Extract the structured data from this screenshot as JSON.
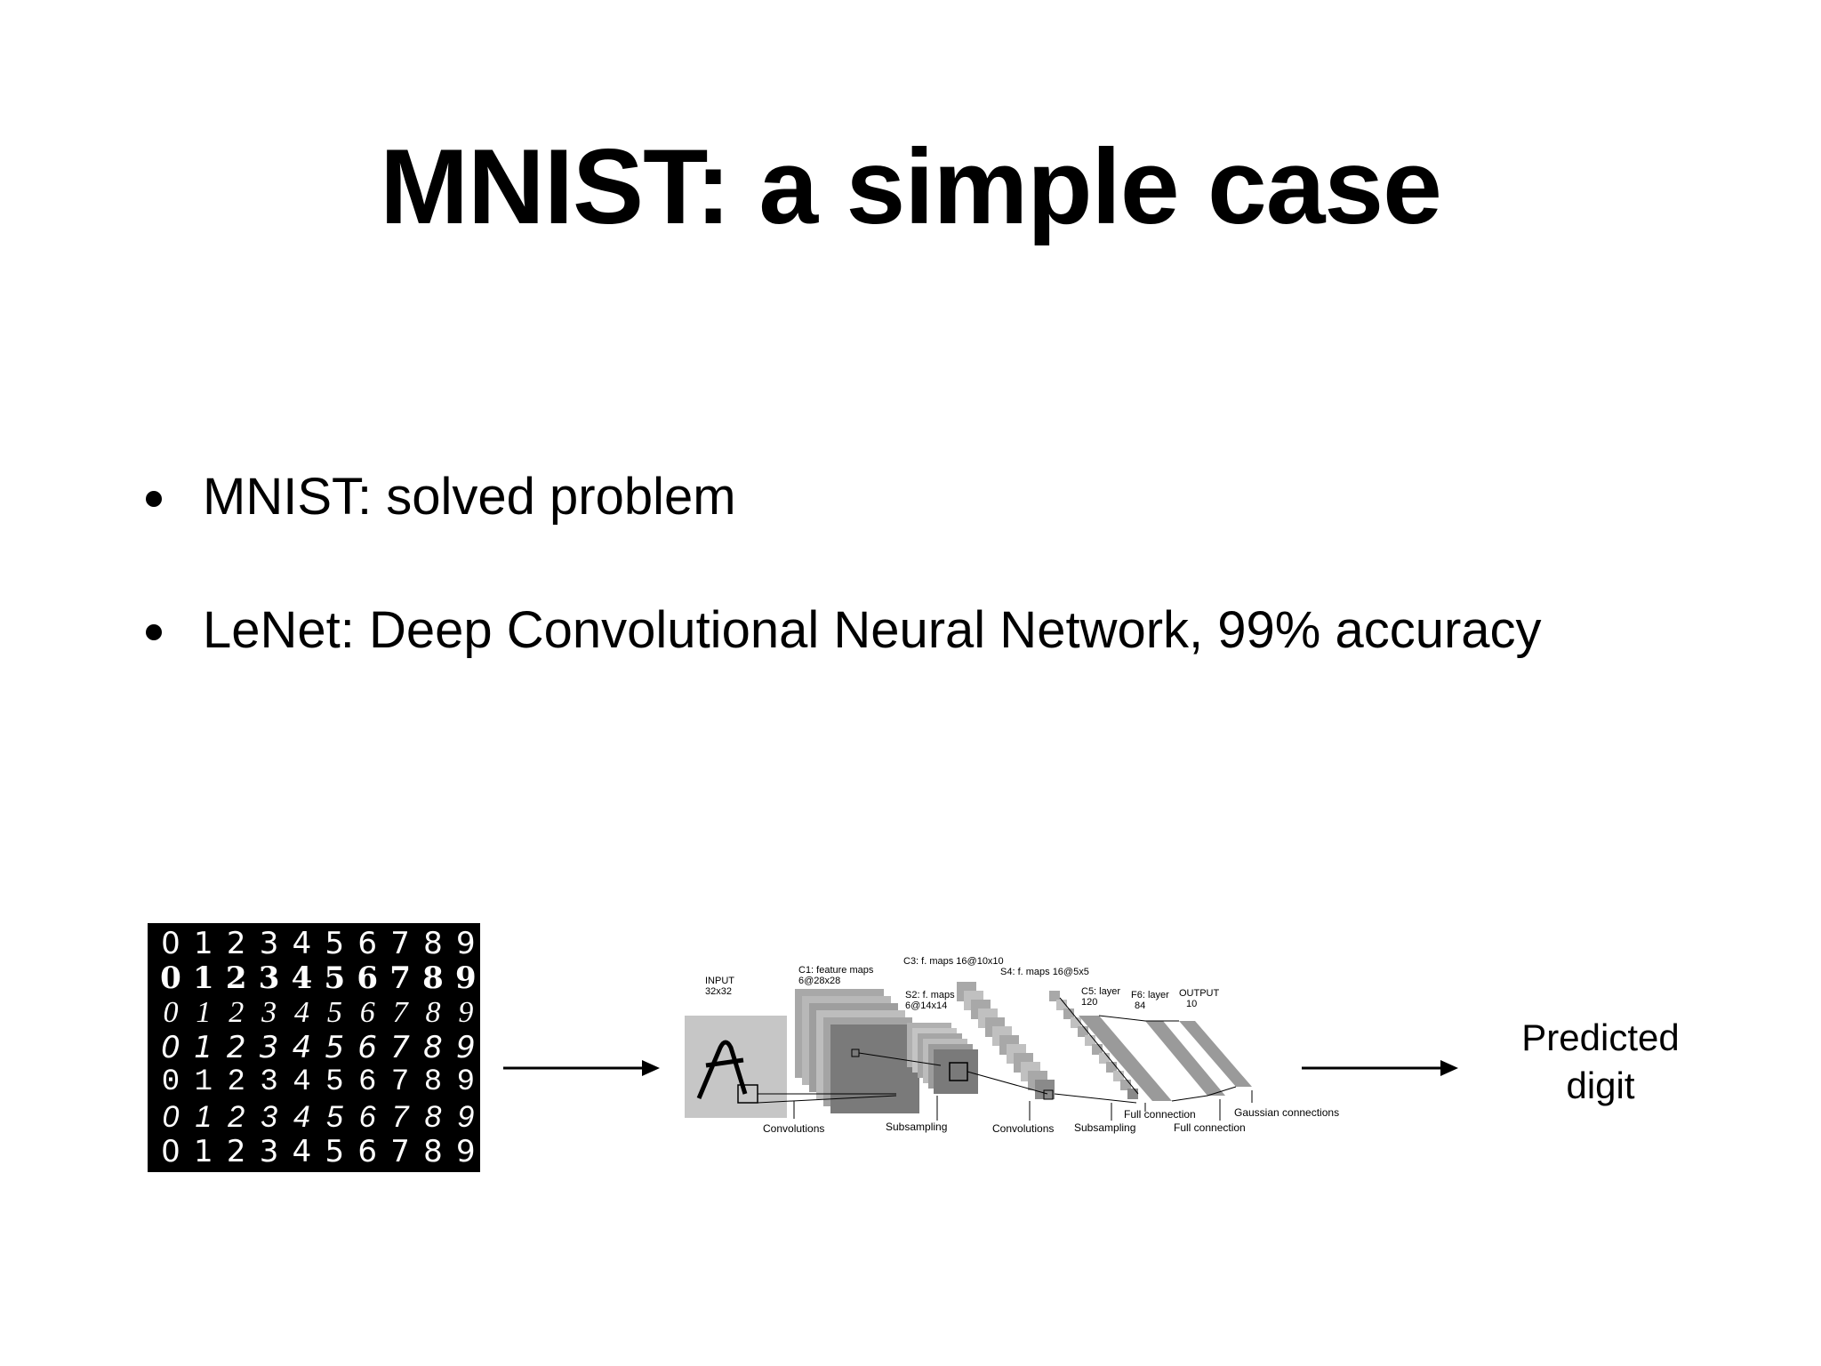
{
  "slide": {
    "title": "MNIST: a simple case",
    "bullets": [
      "MNIST: solved problem",
      "LeNet: Deep Convolutional Neural Network, 99% accuracy"
    ]
  },
  "mnist_digits": [
    [
      "0",
      "1",
      "2",
      "3",
      "4",
      "5",
      "6",
      "7",
      "8",
      "9"
    ],
    [
      "0",
      "1",
      "2",
      "3",
      "4",
      "5",
      "6",
      "7",
      "8",
      "9"
    ],
    [
      "0",
      "1",
      "2",
      "3",
      "4",
      "5",
      "6",
      "7",
      "8",
      "9"
    ],
    [
      "0",
      "1",
      "2",
      "3",
      "4",
      "5",
      "6",
      "7",
      "8",
      "9"
    ],
    [
      "0",
      "1",
      "2",
      "3",
      "4",
      "5",
      "6",
      "7",
      "8",
      "9"
    ],
    [
      "0",
      "1",
      "2",
      "3",
      "4",
      "5",
      "6",
      "7",
      "8",
      "9"
    ],
    [
      "0",
      "1",
      "2",
      "3",
      "4",
      "5",
      "6",
      "7",
      "8",
      "9"
    ]
  ],
  "lenet": {
    "input_label": "INPUT",
    "input_size": "32x32",
    "c1_label": "C1: feature maps",
    "c1_size": "6@28x28",
    "s2_label": "S2: f. maps",
    "s2_size": "6@14x14",
    "c3_label": "C3: f. maps 16@10x10",
    "s4_label": "S4: f. maps 16@5x5",
    "c5_label": "C5: layer",
    "c5_size": "120",
    "f6_label": "F6: layer",
    "f6_size": "84",
    "output_label": "OUTPUT",
    "output_size": "10",
    "op_convolutions_1": "Convolutions",
    "op_subsampling_1": "Subsampling",
    "op_convolutions_2": "Convolutions",
    "op_subsampling_2": "Subsampling",
    "op_full_connection_1": "Full connection",
    "op_full_connection_2": "Full connection",
    "op_gaussian": "Gaussian connections"
  },
  "output": {
    "line1": "Predicted",
    "line2": "digit"
  }
}
